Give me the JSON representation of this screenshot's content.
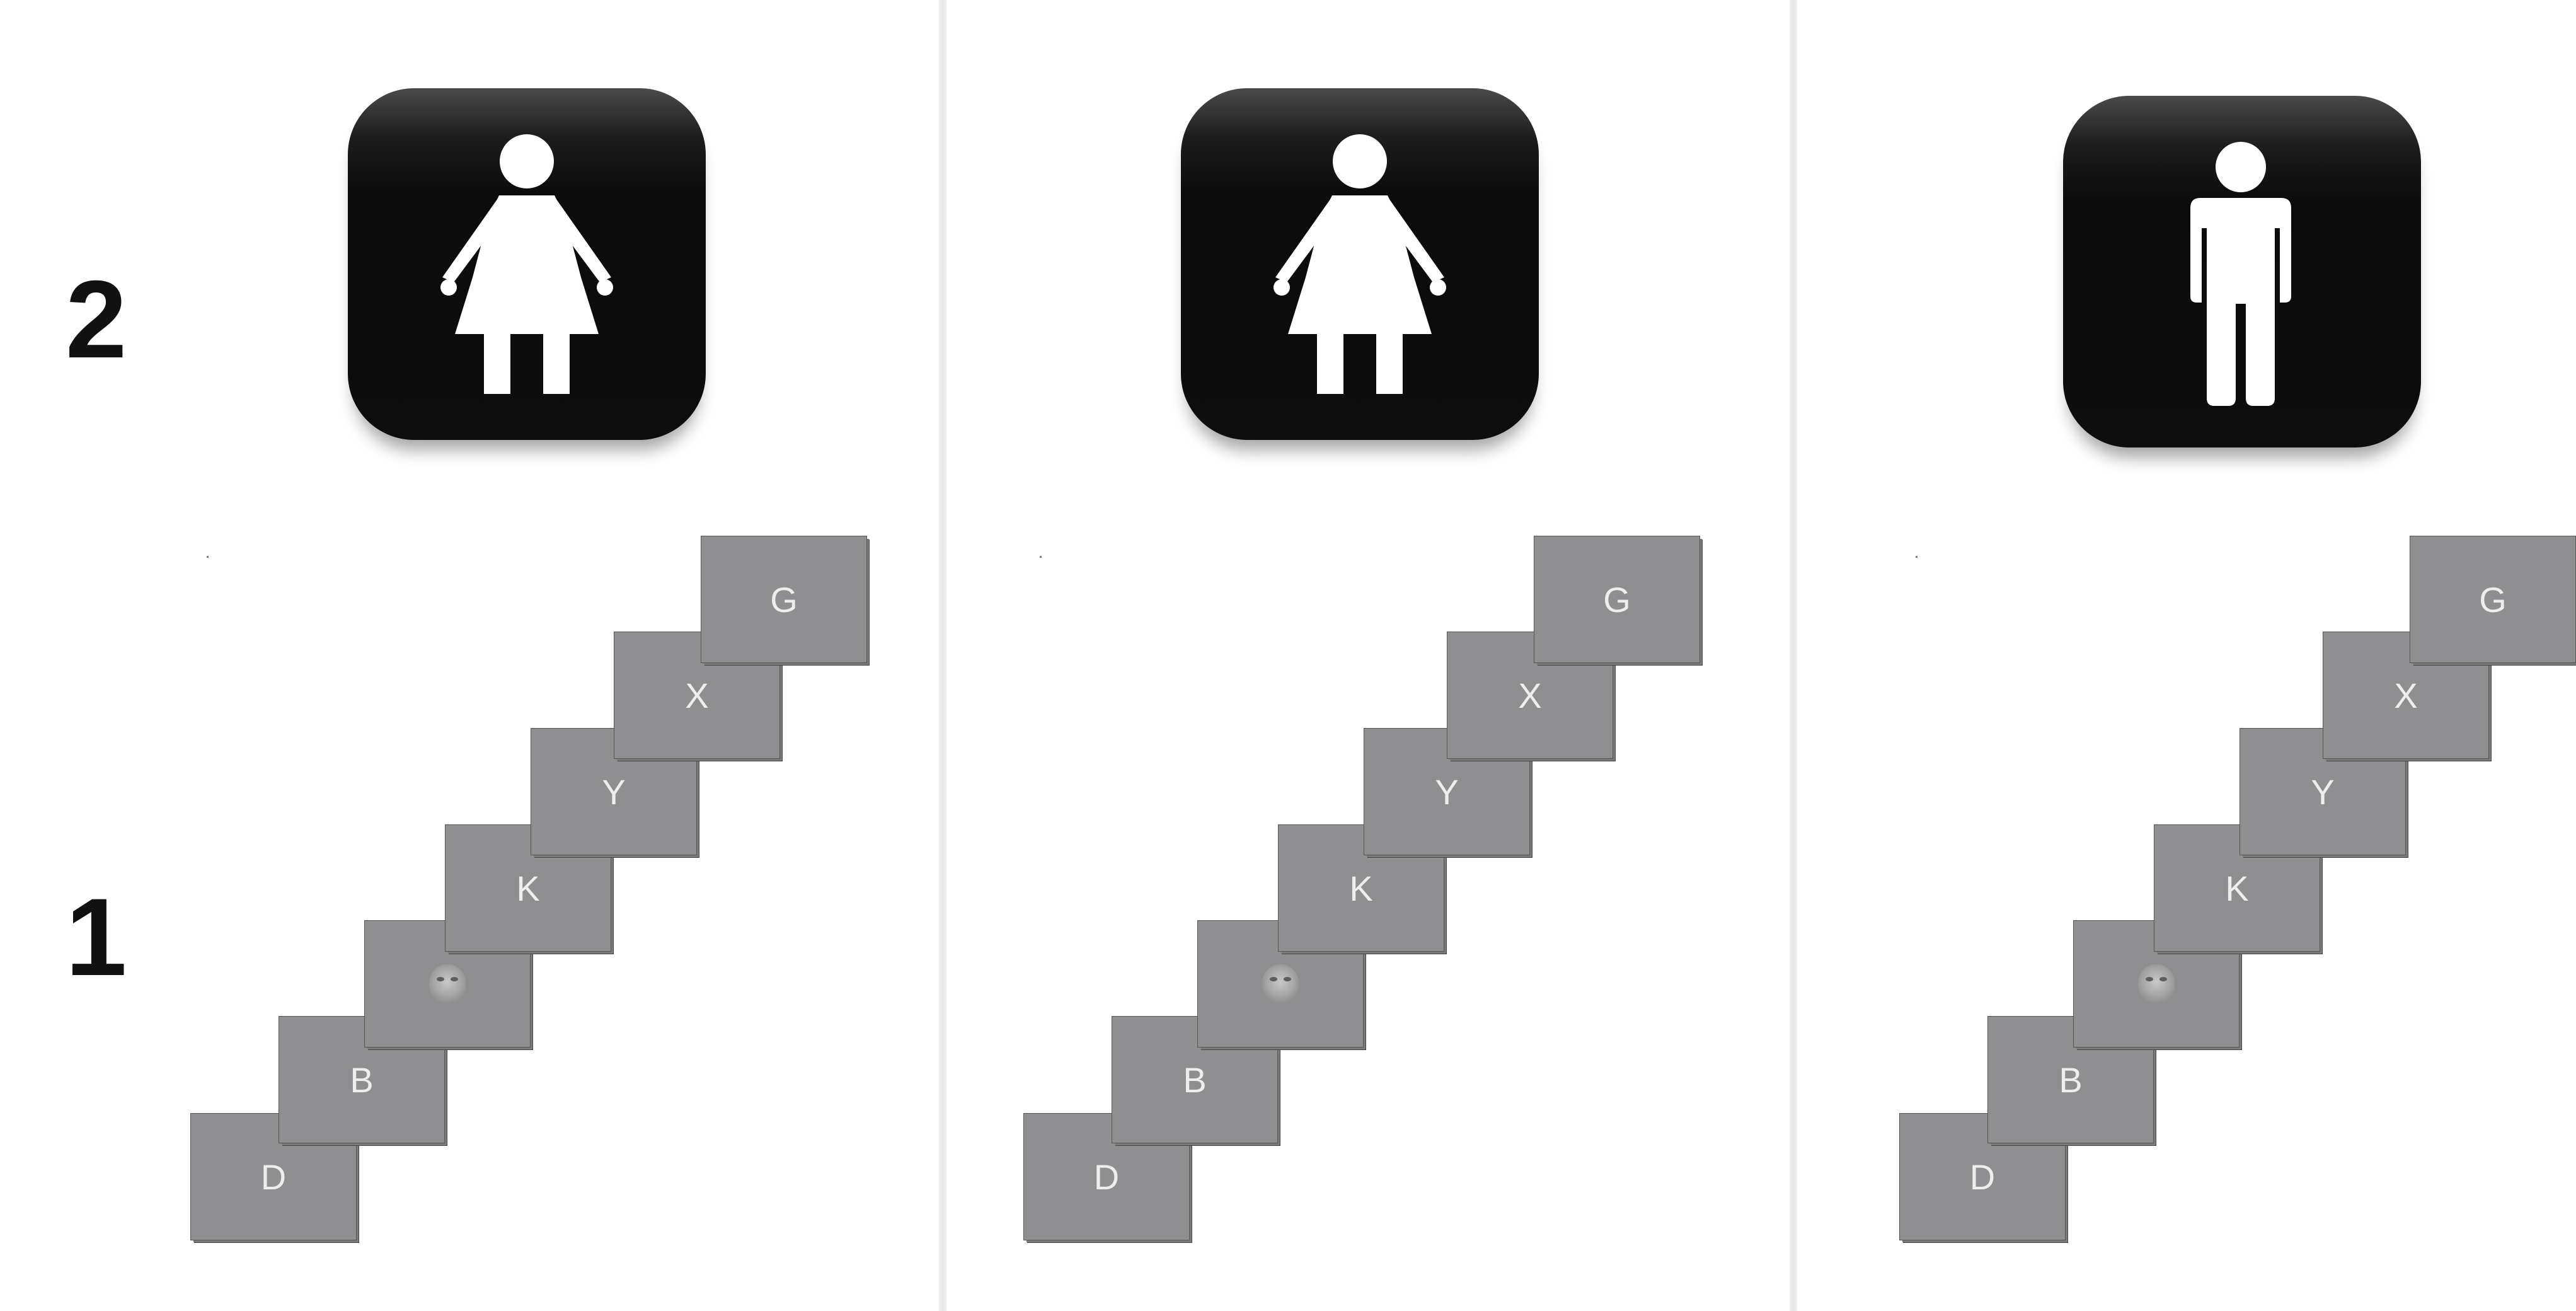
{
  "row_labels": {
    "top": "2",
    "bottom": "1"
  },
  "panels": [
    {
      "icon": "female-person-icon",
      "cards": [
        "D",
        "B",
        "face",
        "K",
        "Y",
        "X",
        "G"
      ]
    },
    {
      "icon": "female-person-icon",
      "cards": [
        "D",
        "B",
        "face",
        "K",
        "Y",
        "X",
        "G"
      ]
    },
    {
      "icon": "male-person-icon",
      "cards": [
        "D",
        "B",
        "face",
        "K",
        "Y",
        "X",
        "G"
      ]
    }
  ],
  "colors": {
    "tile": "#0d0d0d",
    "card": "#8f8f91",
    "card_text": "#eeeeee"
  }
}
